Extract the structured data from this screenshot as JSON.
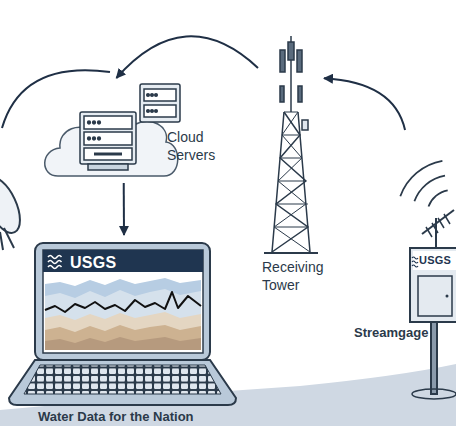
{
  "diagram": {
    "nodes": [
      {
        "text": [
          "USGS",
          "Streamgage"
        ]
      },
      {
        "text": [
          "Receiving Tower"
        ]
      },
      {
        "text": [
          "Cloud Servers"
        ]
      },
      {
        "text": [
          "USGS",
          "Water Data for the Nation"
        ]
      }
    ],
    "edges": [
      {
        "from": 0,
        "to": 1,
        "arrow": "to"
      },
      {
        "from": 1,
        "to": 2,
        "arrow": "to"
      },
      {
        "from": 2,
        "to": 3,
        "arrow": "to"
      }
    ]
  }
}
